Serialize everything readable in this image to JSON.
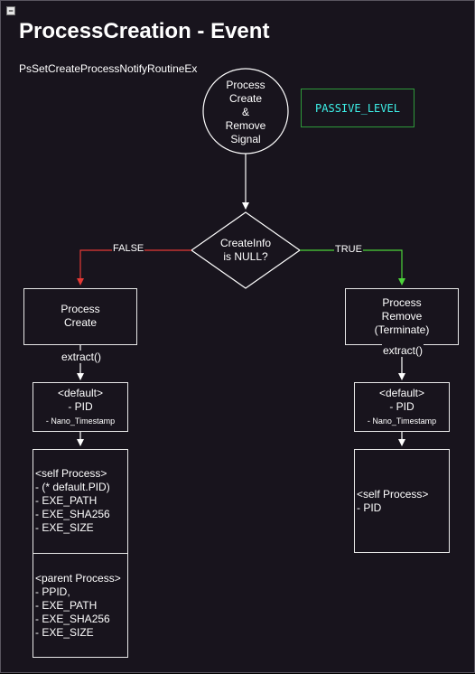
{
  "header": {
    "collapse_glyph": "−",
    "title": "ProcessCreation - Event",
    "subtitle": "PsSetCreateProcessNotifyRoutineEx"
  },
  "nodes": {
    "start": [
      "Process",
      "Create",
      "&",
      "Remove",
      "Signal"
    ],
    "passive_level": "PASSIVE_LEVEL",
    "decision": [
      "CreateInfo",
      "is NULL?"
    ],
    "edge_false": "FALSE",
    "edge_true": "TRUE",
    "process_create": [
      "Process",
      "Create"
    ],
    "process_remove": [
      "Process",
      "Remove",
      "(Terminate)"
    ],
    "extract_left": "extract()",
    "extract_right": "extract()",
    "default_left": {
      "head": "<default>",
      "pid": "- PID",
      "ts": "- Nano_Timestamp"
    },
    "default_right": {
      "head": "<default>",
      "pid": "- PID",
      "ts": "- Nano_Timestamp"
    },
    "self_process_left": [
      "<self Process>",
      "- (* default.PID)",
      "- EXE_PATH",
      "- EXE_SHA256",
      "- EXE_SIZE"
    ],
    "parent_process_left": [
      "<parent Process>",
      "- PPID,",
      "- EXE_PATH",
      "- EXE_SHA256",
      "- EXE_SIZE"
    ],
    "self_process_right": [
      "<self Process>",
      "- PID"
    ]
  },
  "colors": {
    "background": "#18141d",
    "stroke": "#ffffff",
    "false_arrow": "#e53935",
    "true_arrow": "#4cd43a",
    "passive_border": "#2e9a3a",
    "passive_text": "#3df0e8"
  }
}
